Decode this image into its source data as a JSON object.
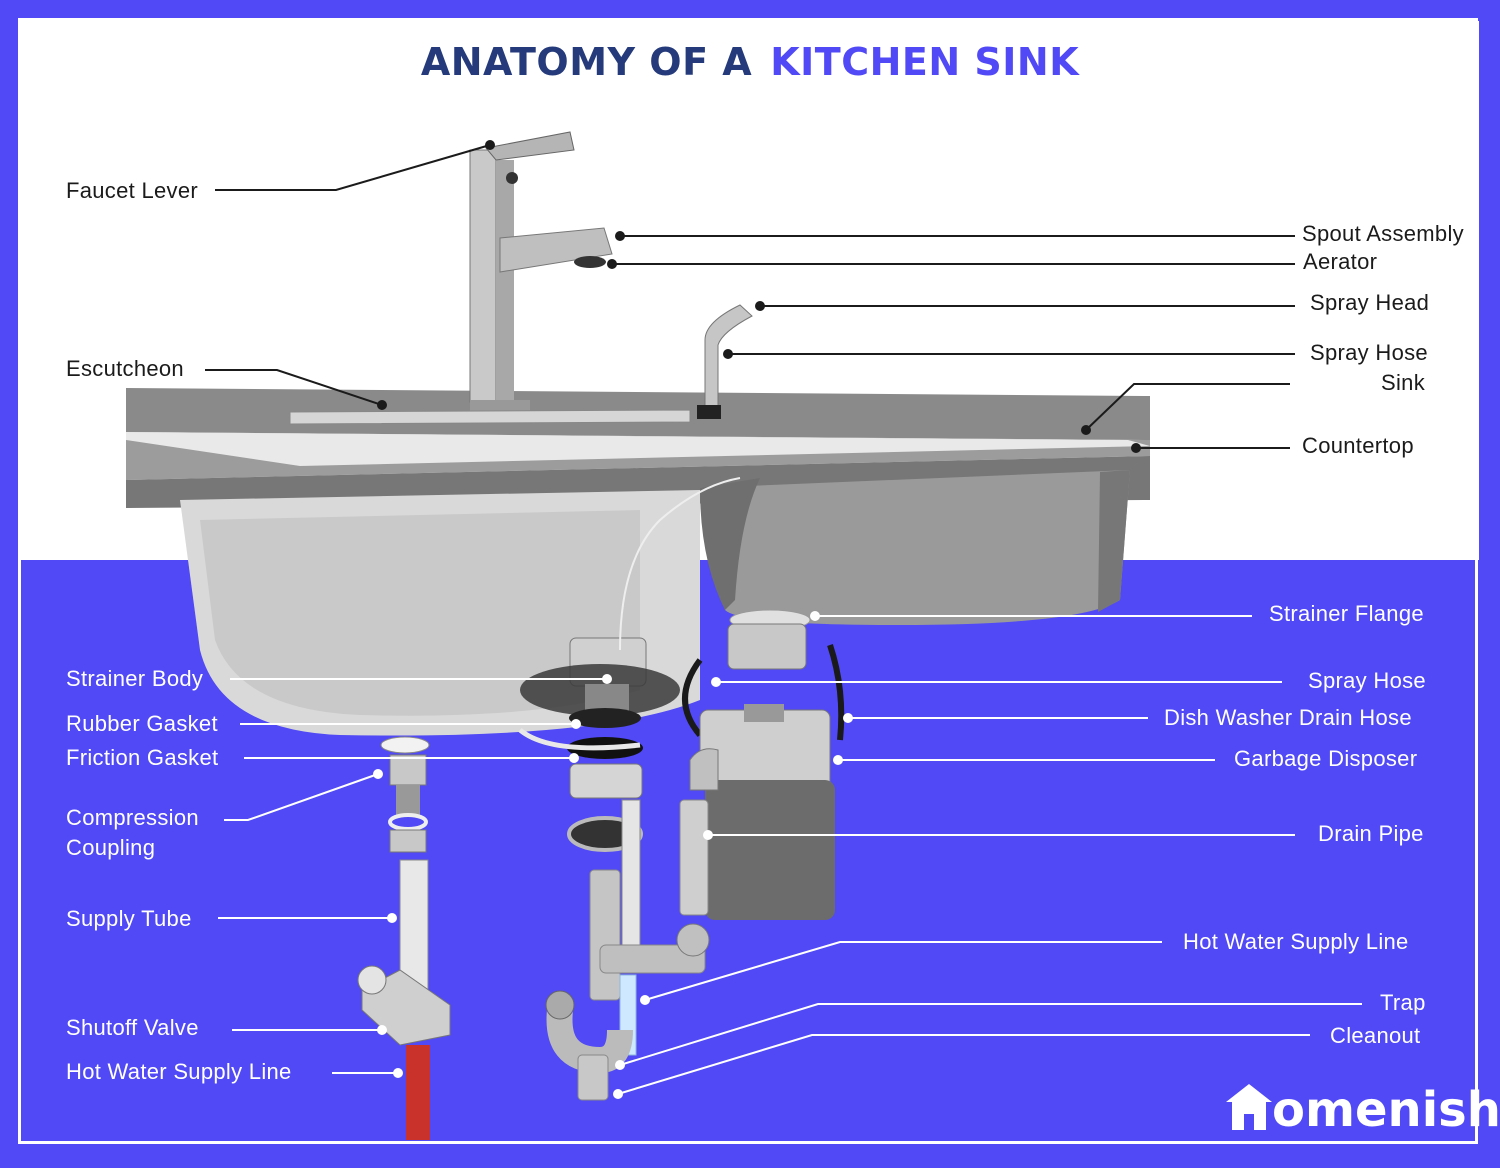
{
  "title": {
    "part1": "ANATOMY OF A",
    "part2": "KITCHEN SINK"
  },
  "colors": {
    "accent": "#5049f5",
    "title_dark": "#243a7a",
    "hot_line": "#c8322a"
  },
  "labels": {
    "faucet_lever": "Faucet Lever",
    "spout_assembly": "Spout Assembly",
    "aerator": "Aerator",
    "spray_head": "Spray Head",
    "escutcheon": "Escutcheon",
    "spray_hose_top": "Spray Hose",
    "sink": "Sink",
    "countertop": "Countertop",
    "strainer_flange": "Strainer Flange",
    "strainer_body": "Strainer Body",
    "spray_hose": "Spray Hose",
    "rubber_gasket": "Rubber Gasket",
    "dishwasher_drain_hose": "Dish Washer Drain Hose",
    "friction_gasket": "Friction Gasket",
    "garbage_disposer": "Garbage Disposer",
    "compression_coupling_1": "Compression",
    "compression_coupling_2": "Coupling",
    "drain_pipe": "Drain Pipe",
    "supply_tube": "Supply Tube",
    "hot_water_supply_line_right": "Hot Water Supply Line",
    "shutoff_valve": "Shutoff Valve",
    "trap": "Trap",
    "cleanout": "Cleanout",
    "hot_water_supply_line_left": "Hot Water Supply Line"
  },
  "brand": {
    "text": "omenish",
    "icon": "house-icon"
  }
}
